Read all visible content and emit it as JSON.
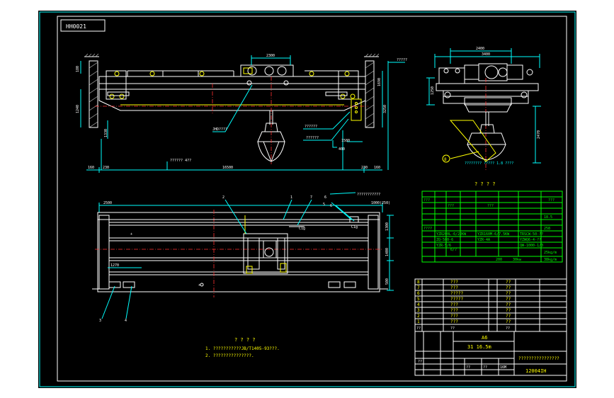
{
  "drawing": {
    "code_mirror": "HH0021"
  },
  "front_view": {
    "dims": {
      "trolley_gauge": "2300",
      "span": "16500",
      "left_end": "160",
      "left_offset": "230",
      "right_offset": "230",
      "right_end": "160",
      "rail_top": "?????",
      "cab_width": "1580",
      "cab_offset": "400",
      "hook_travel": "?????? 4??",
      "wall_top": "180",
      "rail_height": "1240",
      "total_height": "3250",
      "girder_height": "1690",
      "cab_height": "1330"
    },
    "labels": {
      "trolley": "JHD????",
      "upper_callout": "??????",
      "lower_callout": "??????"
    }
  },
  "side_view": {
    "dims": {
      "wheelbase": "2400",
      "overall": "3400",
      "height": "1250",
      "grab": "2470"
    },
    "balloon": "8",
    "grab_note": "???????? ????? 1.8 ????"
  },
  "plan_view": {
    "dims": {
      "left": "2500",
      "right": "1000(250)",
      "upper": "1300",
      "middle": "1400",
      "lower": "500",
      "cab": "1270"
    },
    "balloons": {
      "b1": "1",
      "b2": "2",
      "b3": "3",
      "b4": "4",
      "b5": "5",
      "b6": "6",
      "b6b": "6",
      "b7": "7"
    },
    "callout": "???????????",
    "trolley_mark": "C1g",
    "end_mark": "C1g"
  },
  "notes": {
    "title": "? ? ? ?",
    "items": [
      "1. ???????????JB/T1405-93???.",
      "2. ???????????????."
    ]
  },
  "param_table": {
    "title": "? ? ? ?",
    "cells": {
      "a": "???",
      "b": "???",
      "c": "???",
      "d": "???",
      "e": "18.5",
      "f": "258",
      "g": "????",
      "h": "YZR200L-6/22KW",
      "i": "YZR160M-6/7.5KW",
      "j": "TRSCW-50-??",
      "k": "ZQ-500-6",
      "l": "YZR-4A",
      "m": "YZWQ6-4-??",
      "n": "YZR-5/6",
      "o": "QW-1000-1/3",
      "p": "25kg/m",
      "q": "38kg/m",
      "r": "200",
      "s": "30kw",
      "t": "6/7"
    }
  },
  "bom": {
    "header": {
      "no": "??",
      "name": "??",
      "qty": "??"
    },
    "rows": [
      {
        "no": "8",
        "name": "???",
        "qty": "??"
      },
      {
        "no": "7",
        "name": "???",
        "qty": "??"
      },
      {
        "no": "6",
        "name": "?????",
        "qty": "??"
      },
      {
        "no": "5",
        "name": "?????",
        "qty": "??"
      },
      {
        "no": "4",
        "name": "???",
        "qty": "??"
      },
      {
        "no": "3",
        "name": "???",
        "qty": "??"
      },
      {
        "no": "2",
        "name": "???",
        "qty": "??"
      },
      {
        "no": "1",
        "name": "???",
        "qty": "??"
      }
    ]
  },
  "title_block": {
    "scale": "A6",
    "capacity": "31   16.5m",
    "drawing_name": "????????????????",
    "drawing_code": "12004IH",
    "designer": "??",
    "cell_a": "??",
    "cell_b": "16M",
    "cell_c": "??"
  }
}
